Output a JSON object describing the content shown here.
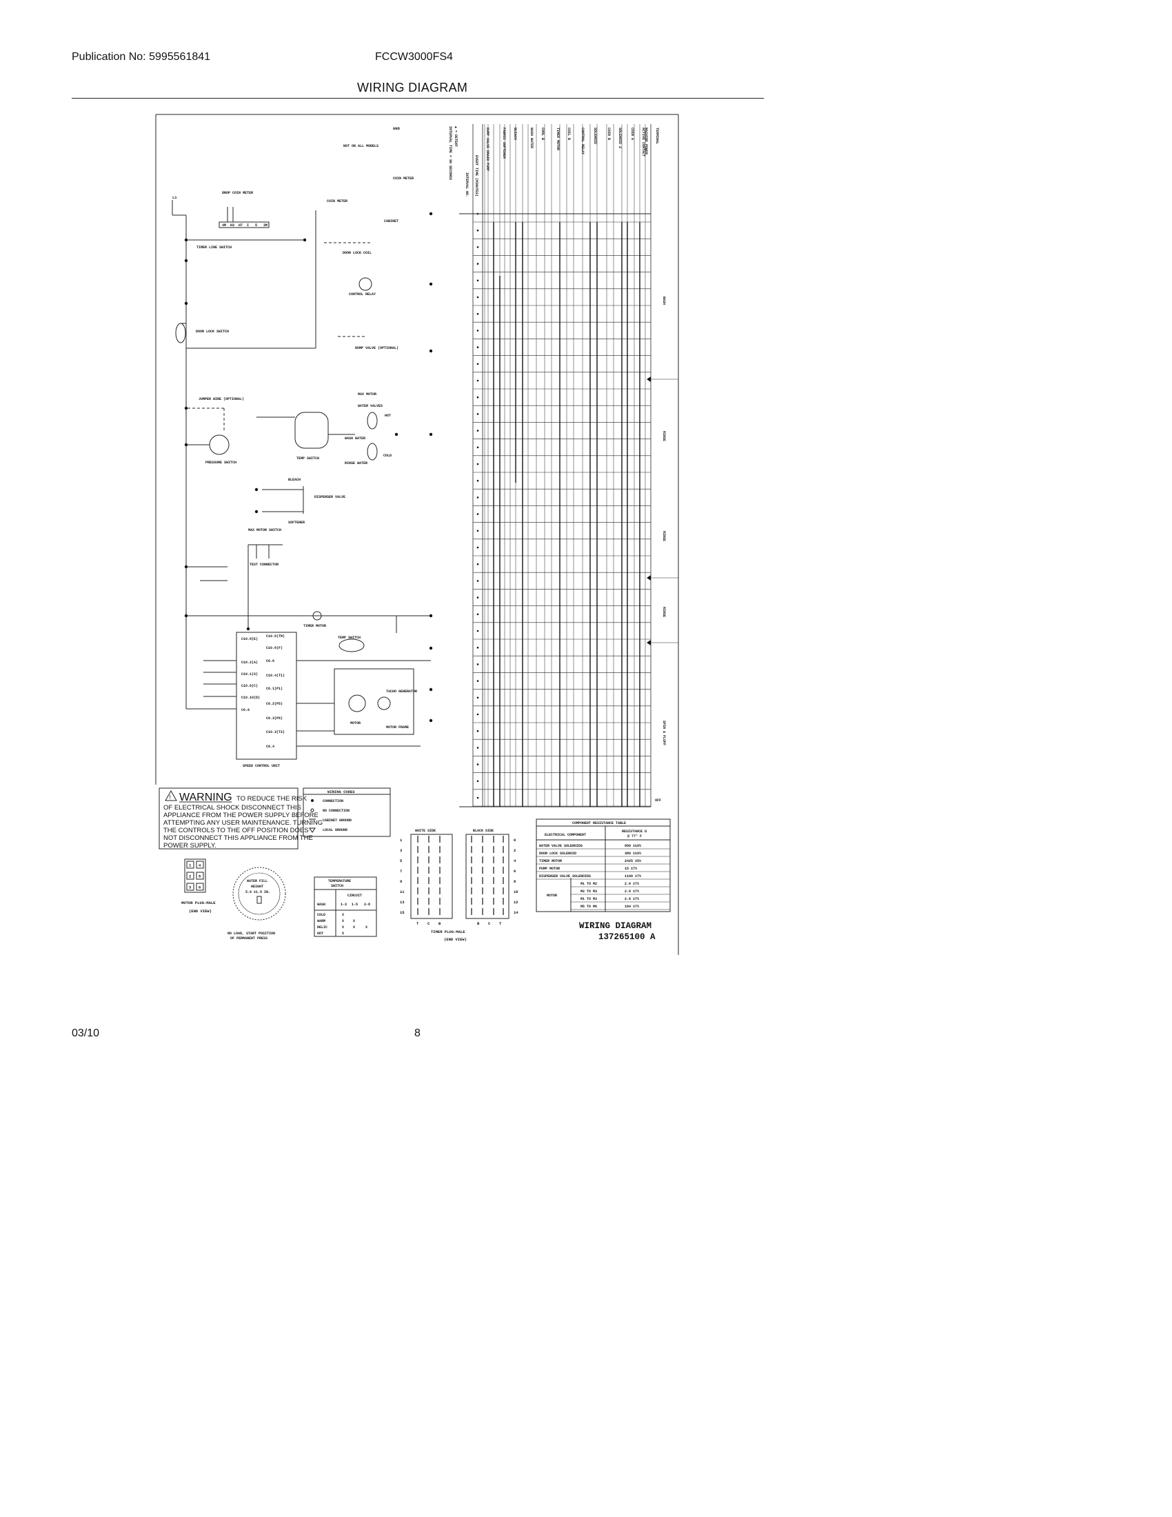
{
  "header": {
    "publication": "Publication No: 5995561841",
    "model": "FCCW3000FS4",
    "title": "WIRING DIAGRAM"
  },
  "footer": {
    "date": "03/10",
    "page": "8"
  },
  "schematic": {
    "labels": {
      "gnd": "GND",
      "not_all_models": "NOT ON ALL MODELS",
      "coin_meter_top": "COIN METER",
      "drop_coin_meter": "DROP COIN METER",
      "coin_meter": "COIN METER",
      "cabinet": "CABINET",
      "l1": "L1",
      "timer_line_switch": "TIMER LINE SWITCH",
      "door_lock_coil": "DOOR LOCK COIL",
      "control_relay": "CONTROL RELAY",
      "door_lock_switch": "DOOR LOCK SWITCH",
      "dump_valve": "DUMP VALVE (OPTIONAL)",
      "max_motor": "MAX MOTOR",
      "water_valves": "WATER VALVES",
      "jumper_wire": "JUMPER WIRE (OPTIONAL)",
      "pressure_switch": "PRESSURE SWITCH",
      "temp_switch": "TEMP SWITCH",
      "hot": "HOT",
      "cold": "COLD",
      "wash_water": "WASH WATER",
      "rinse_water": "RINSE WATER",
      "bleach": "BLEACH",
      "dispenser_valve": "DISPENSER VALVE",
      "softener": "SOFTENER",
      "max_motor_switch": "MAX MOTOR SWITCH",
      "test_connector": "TEST CONNECTOR",
      "timer_motor": "TIMER MOTOR",
      "temp_switch_2": "TEMP SWITCH",
      "tacho_generator": "TACHO GENERATOR",
      "motor": "MOTOR",
      "motor_frame": "MOTOR FRAME",
      "speed_control_unit": "SPEED CONTROL UNIT"
    },
    "scu_pins_left": [
      "C10.8(E)",
      "C10.2(A)",
      "C10.1(S)",
      "C10.6(C)",
      "C10.10(D)",
      "C6.6"
    ],
    "scu_pins_right": [
      "C10.5(TM)",
      "C10.6(F)",
      "C6.6",
      "C10.4(T1)",
      "C6.1(P1)",
      "C6.2(P5)",
      "C6.3(P6)",
      "C10.3(T2)",
      "C6.4"
    ],
    "coin_meter_terminals": [
      "4M",
      "H3",
      "H7",
      "I",
      "5",
      "3M"
    ]
  },
  "timer_chart": {
    "header_note": "▲ = DETENT",
    "header_interval": "INTERVAL TIME = 90 SECONDS",
    "event_time_label": "EVENT TIME (MINUTES)",
    "interval_label": "INTERVAL NO.",
    "circuit_labels": [
      "DUMP VALVE DRAIN PUMP",
      "FABRIC SOFTENER",
      "BLEACH",
      "WASH WATER",
      "COOL B",
      "TIMER MOTOR",
      "COIL B",
      "CONTROL RELAY",
      "SOLENOID",
      "COIN B",
      "SOLENOID 2",
      "COIN A",
      "MACHINE POWER"
    ],
    "terminal_label": "TERMINAL",
    "active_contact_label": "ACTIVE CONTACT",
    "section_labels": [
      "WASH",
      "RINSE",
      "RINSE",
      "RINSE",
      "SPIN & FLUFF",
      "OFF"
    ]
  },
  "warning": {
    "heading": "WARNING",
    "first_line_tail": "TO REDUCE THE RISK",
    "lines": [
      "OF ELECTRICAL SHOCK DISCONNECT THIS",
      "APPLIANCE FROM THE POWER SUPPLY BEFORE",
      "ATTEMPTING ANY USER MAINTENANCE. TURNING",
      "THE CONTROLS TO THE OFF POSITION DOES",
      "NOT DISCONNECT THIS APPLIANCE FROM THE",
      "POWER SUPPLY."
    ]
  },
  "wiring_codes": {
    "title": "WIRING CODES",
    "items": [
      "CONNECTION",
      "NO CONNECTION",
      "CABINET GROUND",
      "LOCAL GROUND"
    ]
  },
  "motor_plug": {
    "pins": [
      "1",
      "4",
      "2",
      "5",
      "3",
      "6"
    ],
    "label": "MOTOR PLUG-MALE",
    "sublabel": "(END VIEW)"
  },
  "water_fill": {
    "text1": "WATER FILL",
    "text2": "HEIGHT",
    "text3": "5.0 ±1.5 IN.",
    "caption1": "NO LOAD, START POSITION",
    "caption2": "OF PERMANENT PRESS"
  },
  "temp_table": {
    "title": "TEMPERATURE SWITCH",
    "circuit": "CIRCUIT",
    "cols": [
      "WASH",
      "1-3",
      "1-5",
      "2-8"
    ],
    "rows": [
      [
        "COLD",
        "X",
        "",
        ""
      ],
      [
        "WARM",
        "X",
        "X",
        ""
      ],
      [
        "DELIC",
        "X",
        "X",
        "X"
      ],
      [
        "HOT",
        "X",
        "",
        ""
      ]
    ]
  },
  "timer_plug": {
    "white_side": "WHITE SIDE",
    "black_side": "BLACK SIDE",
    "left_nums": [
      "1",
      "3",
      "5",
      "7",
      "9",
      "11",
      "13",
      "15"
    ],
    "right_nums": [
      "0",
      "2",
      "4",
      "6",
      "8",
      "10",
      "12",
      "14"
    ],
    "white_bottom": [
      "T",
      "C",
      "B"
    ],
    "black_bottom": [
      "B",
      "C",
      "T"
    ],
    "label": "TIMER PLUG-MALE",
    "sublabel": "(END VIEW)"
  },
  "resistance_table": {
    "title": "COMPONENT RESISTANCE TABLE",
    "col1": "ELECTRICAL COMPONENT",
    "col2a": "RESISTANCE Ω",
    "col2b": "@ 77° F",
    "rows": [
      [
        "WATER VALVE SOLENOIDS",
        "850 ±10%"
      ],
      [
        "DOOR LOCK SOLENOID",
        "380 ±10%"
      ],
      [
        "TIMER MOTOR",
        "2425 ±5%"
      ],
      [
        "PUMP MOTOR",
        "15 ±7%"
      ],
      [
        "DISPENSER VALVE SOLENOIDS",
        "1100 ±7%"
      ]
    ],
    "motor_label": "MOTOR",
    "motor_rows": [
      [
        "M1 TO M2",
        "2.6 ±7%"
      ],
      [
        "M2 TO M3",
        "2.6 ±7%"
      ],
      [
        "M1 TO M3",
        "2.6 ±7%"
      ],
      [
        "M5 TO M6",
        "184 ±7%"
      ]
    ]
  },
  "diagram_id": {
    "title": "WIRING DIAGRAM",
    "number": "137265100 A"
  }
}
